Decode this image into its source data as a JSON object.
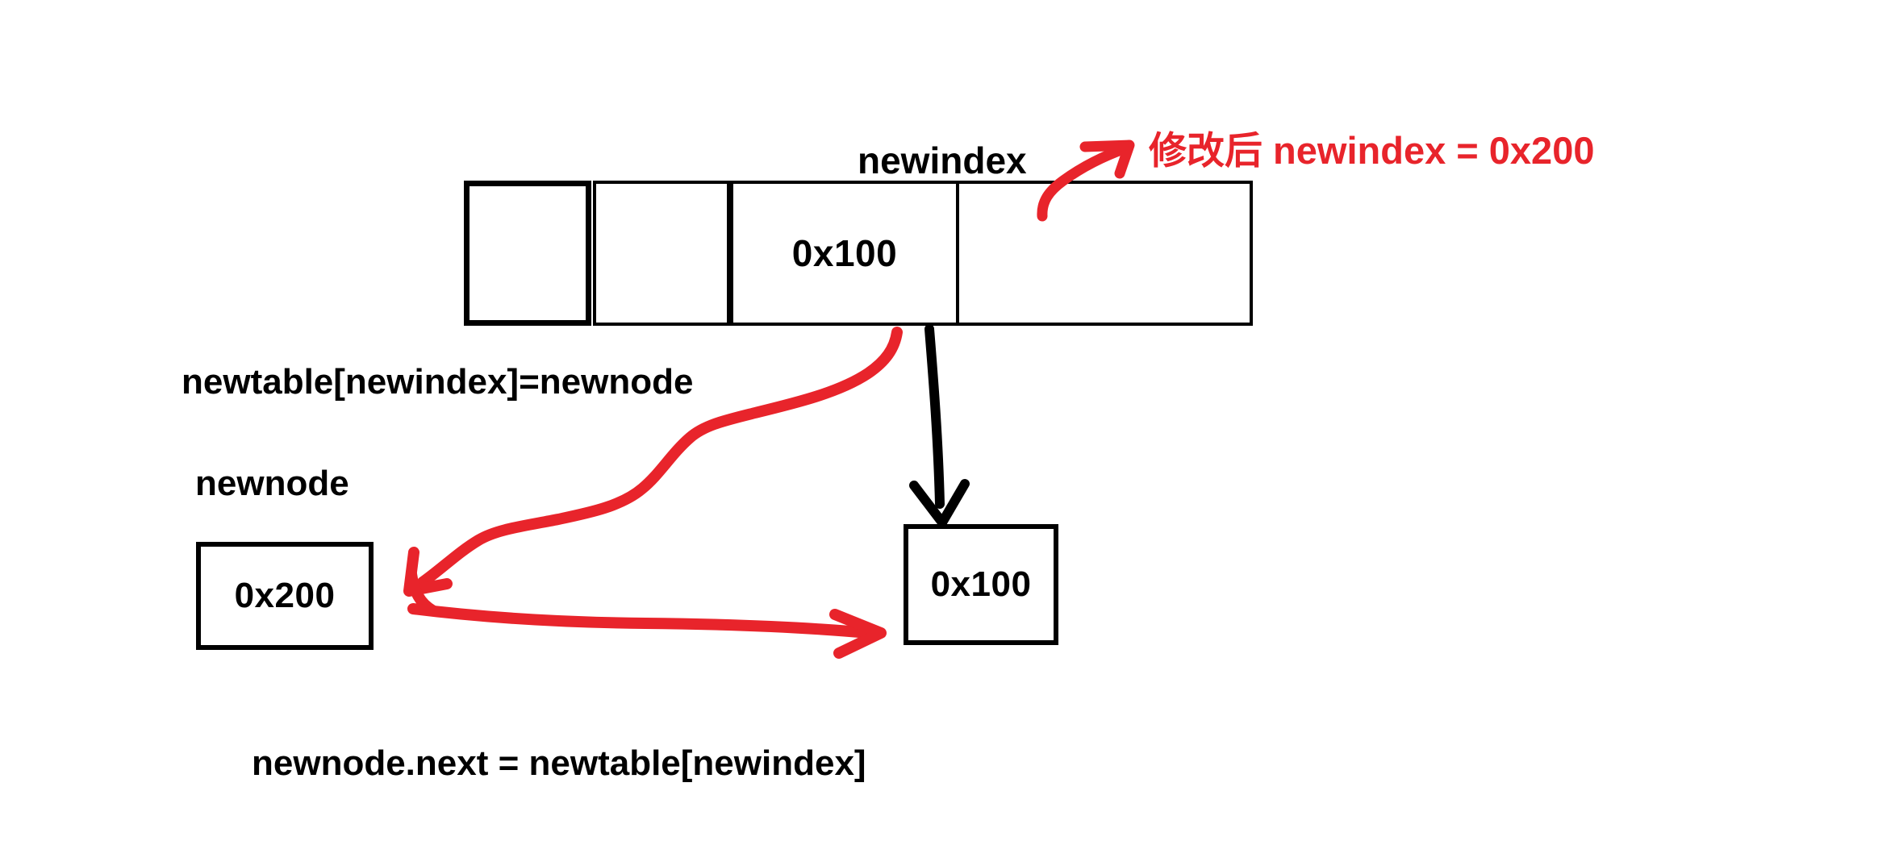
{
  "diagram": {
    "title_labels": {
      "newindex": "newindex",
      "newnode": "newnode"
    },
    "hash_table": {
      "name": "newtable",
      "cells": [
        {
          "index": 0,
          "value": ""
        },
        {
          "index": 1,
          "value": ""
        },
        {
          "index": 2,
          "value": "0x100"
        },
        {
          "index": 3,
          "value": ""
        }
      ],
      "highlighted_cell_index": 2,
      "highlighted_cell_label": "newindex"
    },
    "nodes": [
      {
        "id": "newnode",
        "label": "newnode",
        "value": "0x200"
      },
      {
        "id": "oldhead",
        "label": "",
        "value": "0x100"
      }
    ],
    "annotations": {
      "assign_table_slot": "newtable[newindex]=newnode",
      "assign_next": "newnode.next = newtable[newindex]",
      "red_note": "修改后 newindex = 0x200"
    },
    "colors": {
      "ink_black": "#000000",
      "ink_red": "#e8242b",
      "background": "#ffffff"
    },
    "arrows": [
      {
        "id": "red-up-right",
        "color": "#e8242b",
        "from": "table-cell-newindex-top-right",
        "to": "red-note"
      },
      {
        "id": "black-down",
        "color": "#000000",
        "from": "table-cell-newindex-bottom",
        "to": "node-0x100"
      },
      {
        "id": "red-curve-left",
        "color": "#e8242b",
        "from": "newtable-slot-label",
        "to": "node-0x200"
      },
      {
        "id": "red-straight-right",
        "color": "#e8242b",
        "from": "node-0x200",
        "to": "node-0x100"
      }
    ]
  }
}
